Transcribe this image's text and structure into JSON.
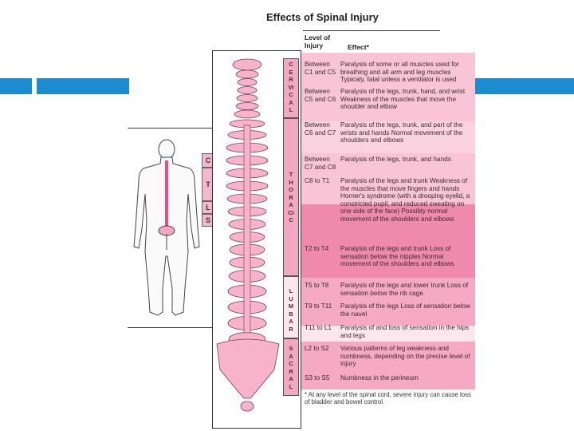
{
  "title": "Effects of Spinal Injury",
  "header": {
    "level": "Level of Injury",
    "effect": "Effect*"
  },
  "regions": [
    "CERVICAL",
    "THORACIC",
    "LUMBAR",
    "SACRAL"
  ],
  "body_regions": [
    "C",
    "T",
    "L",
    "S"
  ],
  "rows": [
    {
      "level": "Between C1 and C5",
      "effect": "Paralysis of some or all muscles used for breathing and all arm and leg muscles Typicaly, fatal unless a ventilator is used"
    },
    {
      "level": "Between C5 and C6",
      "effect": "Paralysis of the legs, trunk, hand, and wrist Weakness of the muscles that move the shoulder and elbow"
    },
    {
      "level": "Between C6 and C7",
      "effect": "Paralysis of the legs, trunk, and part of the wrists and hands Normal movement of the shoulders and elbows"
    },
    {
      "level": "Between C7 and C8",
      "effect": "Paralysis of the legs, trunk, and hands"
    },
    {
      "level": "C8 to T1",
      "effect": "Paralysis of the legs and trunk Weakness of the muscles that move fingers and hands Horner's syndrome (with a drooping eyelid, a constricted pupil, and reduced sweating on one side of the face) Possibly normal movement of the shoulders and elbows"
    },
    {
      "level": "T2 to T4",
      "effect": "Paralysis of the legs and trunk Loss of sensation below the nipples Normal movement of the shoulders and elbows"
    },
    {
      "level": "T5 to T8",
      "effect": "Paralysis of the legs and lower trunk Loss of sensation below the rib cage"
    },
    {
      "level": "T9 to T11",
      "effect": "Paralysis of the legs Loss of sensation below the navel"
    },
    {
      "level": "T11 to L1",
      "effect": "Paralysis of and loss of sensation in the hips and legs"
    },
    {
      "level": "L2 to S2",
      "effect": "Various patterns of leg weakness and numbness, depending on the precise level of injury"
    },
    {
      "level": "S3 to S5",
      "effect": "Numbness in the perineum"
    }
  ],
  "footnote": "* At any level of the spinal cord, severe injury can cause loss of bladder and bowel control.",
  "colors": {
    "accent_bar": "#1b8ccd",
    "pink_dark": "#f08aac",
    "pink_mid": "#f5a9c3",
    "pink_light": "#fbd3e0"
  }
}
